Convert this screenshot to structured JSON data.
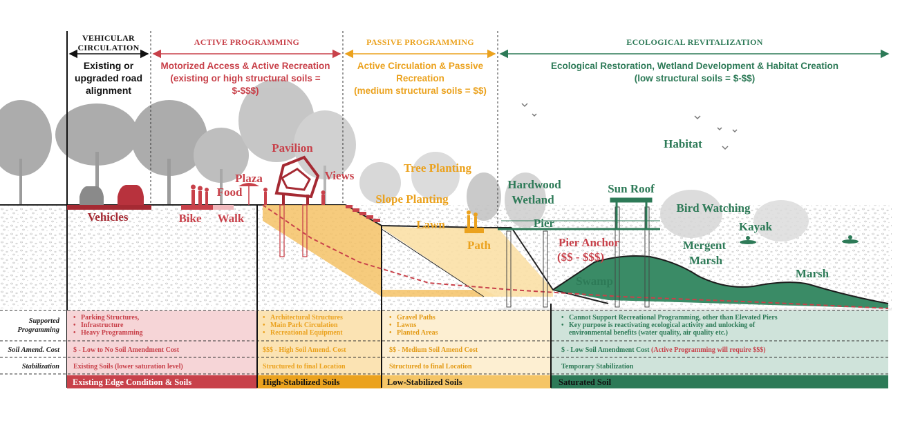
{
  "colors": {
    "red": "#c8414a",
    "red_dark": "#a52a33",
    "red_light": "#f6d5d7",
    "orange": "#eba21e",
    "orange_light": "#fbe3b3",
    "yellow_light": "#fdebc4",
    "green": "#2d7a57",
    "green_light": "#cfe3da",
    "green_fill": "#3a8b66"
  },
  "zones": [
    {
      "id": "vehicular",
      "title_line1": "VEHICULAR",
      "title_line2": "CIRCULATION",
      "desc_lines": [
        "Existing or",
        "upgraded road",
        "alignment"
      ]
    },
    {
      "id": "active",
      "title": "ACTIVE PROGRAMMING",
      "desc_lines": [
        "Motorized Access & Active Recreation",
        "(existing or high structural soils =",
        "$-$$$)"
      ]
    },
    {
      "id": "passive",
      "title": "PASSIVE PROGRAMMING",
      "desc_lines": [
        "Active Circulation & Passive",
        "Recreation",
        "(medium structural soils = $$)"
      ]
    },
    {
      "id": "ecological",
      "title": "ECOLOGICAL REVITALIZATION",
      "desc_lines": [
        "Ecological Restoration, Wetland Development & Habitat Creation",
        "(low structural soils = $-$$)"
      ]
    }
  ],
  "labels": {
    "vehicles": "Vehicles",
    "bike": "Bike",
    "walk": "Walk",
    "food": "Food",
    "plaza": "Plaza",
    "pavilion": "Pavilion",
    "views": "Views",
    "tree_planting": "Tree Planting",
    "slope_planting": "Slope Planting",
    "lawn": "Lawn",
    "path": "Path",
    "hardwood": "Hardwood",
    "wetland": "Wetland",
    "pier": "Pier",
    "pier_anchor": "Pier Anchor",
    "pier_anchor_cost": "($$ - $$$)",
    "swamp": "Swamp",
    "sun_roof": "Sun Roof",
    "habitat": "Habitat",
    "bird_watching": "Bird Watching",
    "kayak": "Kayak",
    "mergent": "Mergent",
    "marsh_1": "Marsh",
    "marsh_2": "Marsh"
  },
  "row_labels": {
    "programming_1": "Supported",
    "programming_2": "Programming",
    "cost": "Soil Amend. Cost",
    "stabilization": "Stabilization"
  },
  "table": {
    "existing": {
      "programming": [
        "Parking Structures,",
        "Infrastructure",
        "Heavy Programming"
      ],
      "cost": "$ - Low to No Soil Amendment Cost",
      "stabilization": "Existing Soils (lower saturation level)",
      "footer": "Existing Edge Condition & Soils"
    },
    "high": {
      "programming": [
        "Architectural Structures",
        "Main Park Circulation",
        "Recreational Equipment"
      ],
      "cost": "$$$ - High Soil Amend. Cost",
      "stabilization": "Structured to final Location",
      "footer": "High-Stabilized Soils"
    },
    "low": {
      "programming": [
        "Gravel Paths",
        "Lawns",
        "Planted Areas"
      ],
      "cost": "$$ - Medium Soil Amend Cost",
      "stabilization": "Structured to final Location",
      "footer": "Low-Stabilized Soils"
    },
    "saturated": {
      "programming_1": "Cannot Support Recreational Programming, other than Elevated Piers",
      "programming_2a": "Key purpose is reactivating ecological activity and unlocking of",
      "programming_2b": "environmental benefits (water quality, air quality etc.)",
      "cost_main": "$ - Low Soil Amendment Cost ",
      "cost_note": "(Active Programming will require $$$)",
      "stabilization": "Temporary Stabilization",
      "footer": "Saturated Soil"
    }
  }
}
